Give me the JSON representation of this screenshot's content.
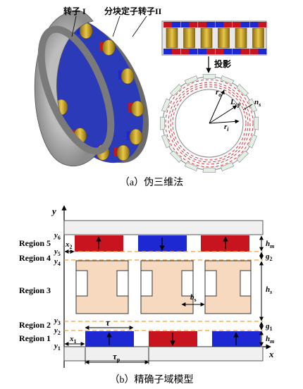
{
  "panel_a": {
    "label_rotor1": "转子 I",
    "label_stator": "分块定子",
    "label_rotor2": "转子II",
    "label_projection": "投影",
    "sym_ro": "r",
    "sym_ro_sub": "o",
    "sym_lcp": "L",
    "sym_lcp_sub": "cp",
    "sym_ri": "r",
    "sym_ri_sub": "i",
    "sym_ns": "n",
    "sym_ns_sub": "s",
    "caption": "（a）伪三维法"
  },
  "panel_b": {
    "axis_x": "x",
    "axis_y": "y",
    "regions": [
      "Region 5",
      "Region 4",
      "Region 3",
      "Region 2",
      "Region 1"
    ],
    "y_labels": [
      "y",
      "y",
      "y",
      "y",
      "y",
      "y"
    ],
    "y_subs": [
      "6",
      "5",
      "4",
      "3",
      "2",
      "1"
    ],
    "x2": "x",
    "x2_sub": "2",
    "x1": "x",
    "x1_sub": "1",
    "hm_top": "h",
    "hm_top_sub": "m",
    "g2": "g",
    "g2_sub": "2",
    "hs": "h",
    "hs_sub": "s",
    "g1": "g",
    "g1_sub": "1",
    "hm_bot": "h",
    "hm_bot_sub": "m",
    "bs": "b",
    "bs_sub": "s",
    "tau": "τ",
    "tau_p": "τ",
    "tau_p_sub": "p",
    "caption": "（b）精确子域模型"
  },
  "colors": {
    "magnet_red": "#c8141e",
    "magnet_blue": "#1e28d2",
    "stator_fill": "#f7d9c0",
    "iron_gray": "#efefef",
    "coil_yellow": "#d8b632",
    "dash_orange": "#f0a030"
  }
}
